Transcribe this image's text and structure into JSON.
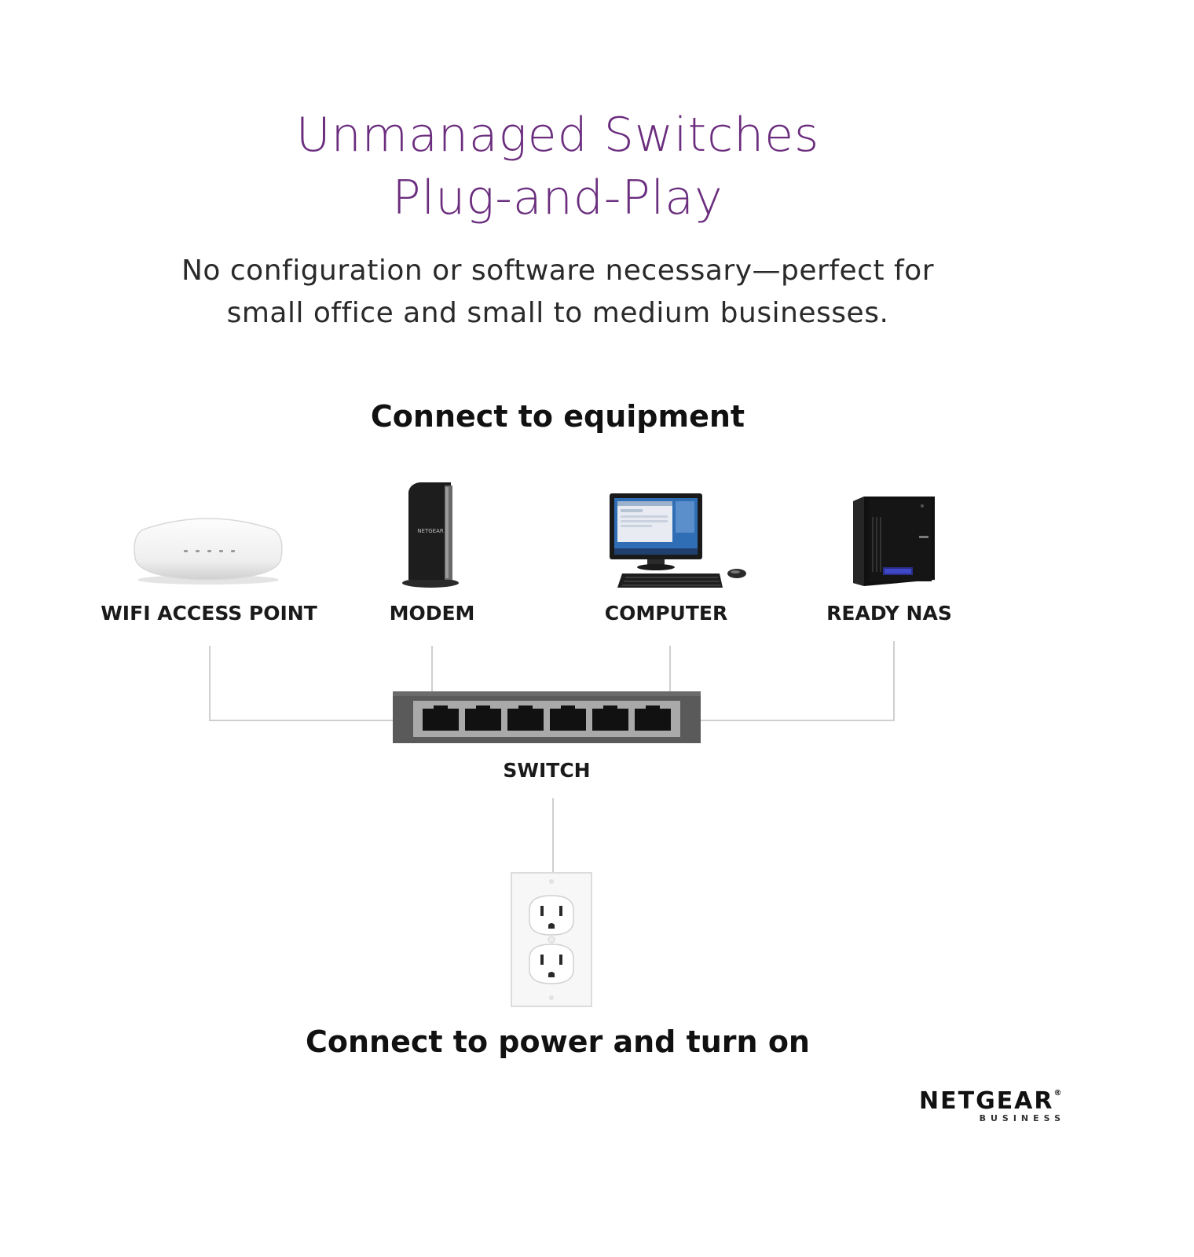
{
  "header": {
    "title_line1": "Unmanaged Switches",
    "title_line2": "Plug-and-Play",
    "subtitle_line1": "No configuration or software necessary—perfect for",
    "subtitle_line2": "small office and small to medium businesses."
  },
  "equipment": {
    "heading": "Connect to equipment",
    "devices": [
      {
        "label": "WIFI ACCESS POINT",
        "icon": "wifi-access-point-icon"
      },
      {
        "label": "MODEM",
        "icon": "modem-icon"
      },
      {
        "label": "COMPUTER",
        "icon": "computer-icon"
      },
      {
        "label": "READY NAS",
        "icon": "nas-icon"
      }
    ]
  },
  "switch": {
    "label": "SWITCH",
    "port_count": 6,
    "icon": "network-switch-icon"
  },
  "power": {
    "heading": "Connect to power and turn on",
    "icon": "power-outlet-icon"
  },
  "brand": {
    "name": "NETGEAR",
    "registered_mark": "®",
    "division": "BUSINESS",
    "modem_brand_text": "NETGEAR"
  },
  "colors": {
    "title": "#6b2d7e",
    "connector_lines": "#cfcfcf",
    "switch_body": "#5a5a5a"
  }
}
